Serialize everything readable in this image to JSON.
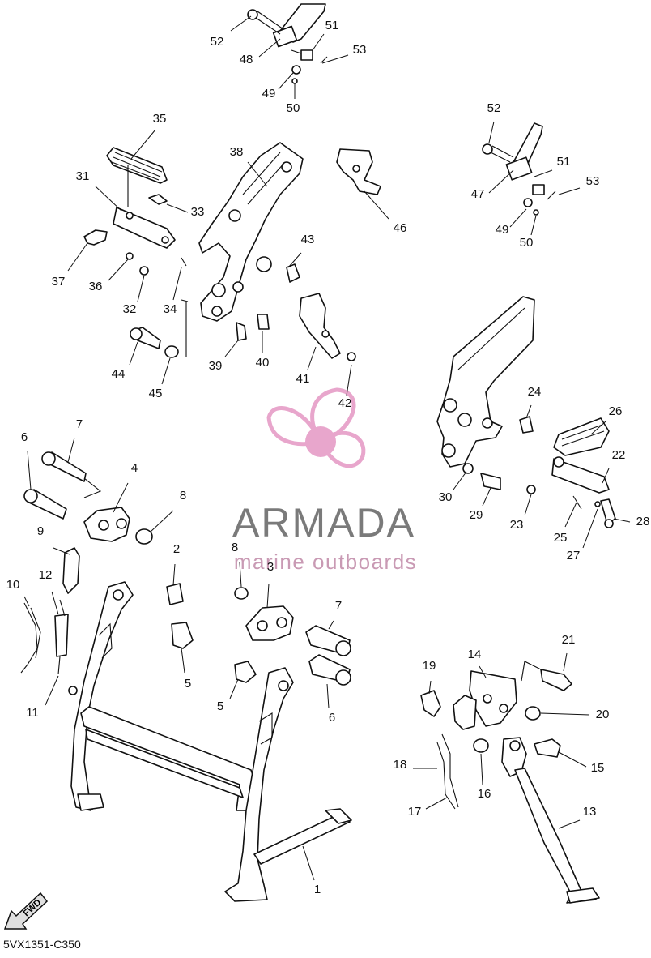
{
  "diagram": {
    "code": "5VX1351-C350",
    "fwd_label": "FWD",
    "watermark": {
      "brand": "ARMADA",
      "tagline": "marine outboards",
      "colors": {
        "brand": "#7a7a7a",
        "tagline": "#c99ab4",
        "propeller": "#e8a6cc"
      }
    },
    "callouts": [
      {
        "label": "52"
      },
      {
        "label": "51"
      },
      {
        "label": "48"
      },
      {
        "label": "53"
      },
      {
        "label": "49"
      },
      {
        "label": "50"
      },
      {
        "label": "35"
      },
      {
        "label": "38"
      },
      {
        "label": "46"
      },
      {
        "label": "52"
      },
      {
        "label": "51"
      },
      {
        "label": "53"
      },
      {
        "label": "47"
      },
      {
        "label": "49"
      },
      {
        "label": "50"
      },
      {
        "label": "31"
      },
      {
        "label": "33"
      },
      {
        "label": "43"
      },
      {
        "label": "37"
      },
      {
        "label": "36"
      },
      {
        "label": "32"
      },
      {
        "label": "34"
      },
      {
        "label": "44"
      },
      {
        "label": "45"
      },
      {
        "label": "39"
      },
      {
        "label": "40"
      },
      {
        "label": "41"
      },
      {
        "label": "42"
      },
      {
        "label": "24"
      },
      {
        "label": "26"
      },
      {
        "label": "22"
      },
      {
        "label": "30"
      },
      {
        "label": "29"
      },
      {
        "label": "23"
      },
      {
        "label": "25"
      },
      {
        "label": "28"
      },
      {
        "label": "27"
      },
      {
        "label": "7"
      },
      {
        "label": "6"
      },
      {
        "label": "4"
      },
      {
        "label": "8"
      },
      {
        "label": "9"
      },
      {
        "label": "2"
      },
      {
        "label": "8"
      },
      {
        "label": "3"
      },
      {
        "label": "10"
      },
      {
        "label": "12"
      },
      {
        "label": "7"
      },
      {
        "label": "5"
      },
      {
        "label": "11"
      },
      {
        "label": "5"
      },
      {
        "label": "6"
      },
      {
        "label": "21"
      },
      {
        "label": "19"
      },
      {
        "label": "14"
      },
      {
        "label": "20"
      },
      {
        "label": "18"
      },
      {
        "label": "16"
      },
      {
        "label": "15"
      },
      {
        "label": "17"
      },
      {
        "label": "13"
      },
      {
        "label": "1"
      }
    ]
  }
}
